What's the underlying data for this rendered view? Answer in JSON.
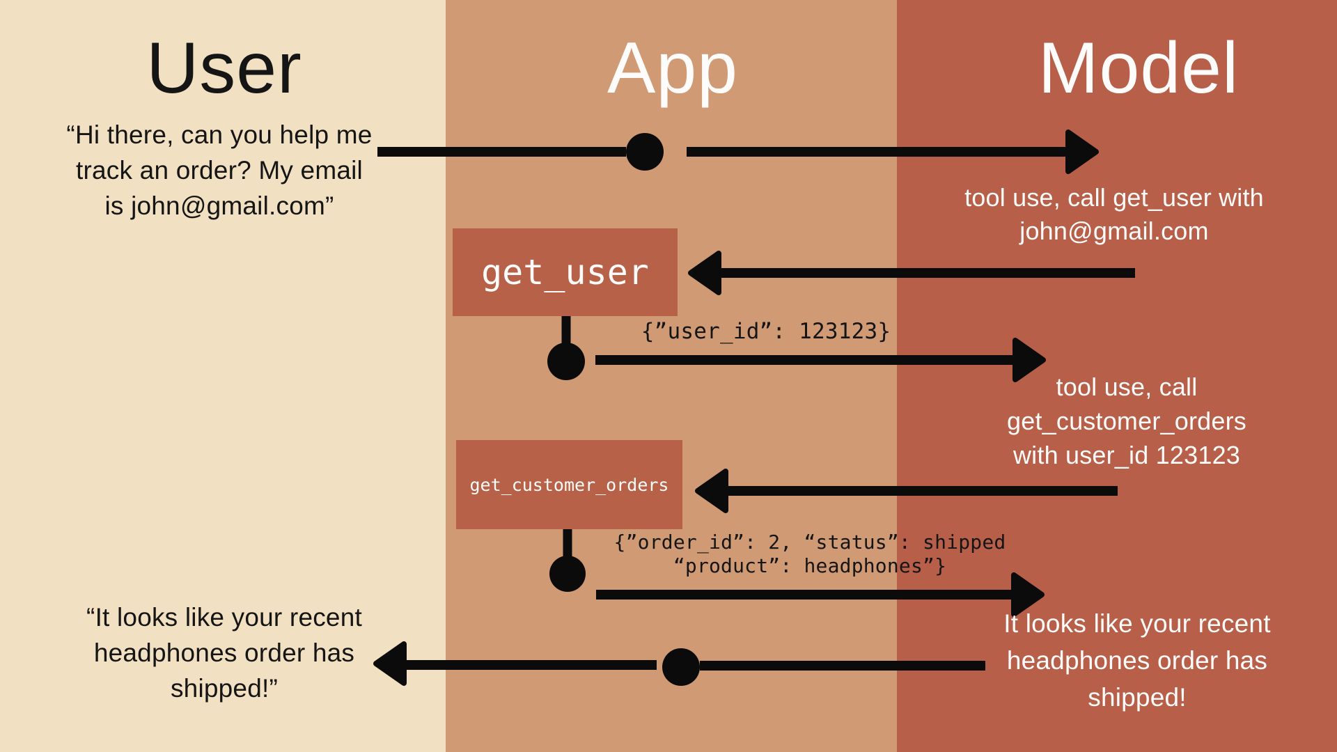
{
  "diagram": {
    "lanes": [
      {
        "id": "user",
        "title": "User"
      },
      {
        "id": "app",
        "title": "App"
      },
      {
        "id": "model",
        "title": "Model"
      }
    ],
    "flow": {
      "user_request": "“Hi there, can you help me\ntrack an order? My email\nis john@gmail.com”",
      "model_tool_call_1": "tool use, call get_user with\njohn@gmail.com",
      "tool_box_1": "get_user",
      "tool_result_1": "{”user_id”: 123123}",
      "model_tool_call_2": "tool use, call\nget_customer_orders\nwith user_id 123123",
      "tool_box_2": "get_customer_orders",
      "tool_result_2": "{”order_id”: 2, “status”: shipped\n“product”: headphones”}",
      "model_final_response": "It looks like your recent\nheadphones order has\nshipped!",
      "user_final_message": "“It looks like your recent\nheadphones order has\nshipped!”"
    }
  },
  "colors": {
    "user_lane_bg": "#f1e0c1",
    "app_lane_bg": "#cf9a74",
    "model_lane_bg": "#b75f49",
    "tool_box_bg": "#b66148",
    "arrow": "#0b0b0b",
    "dark_text": "#151515",
    "light_text": "#fdfcfa"
  }
}
